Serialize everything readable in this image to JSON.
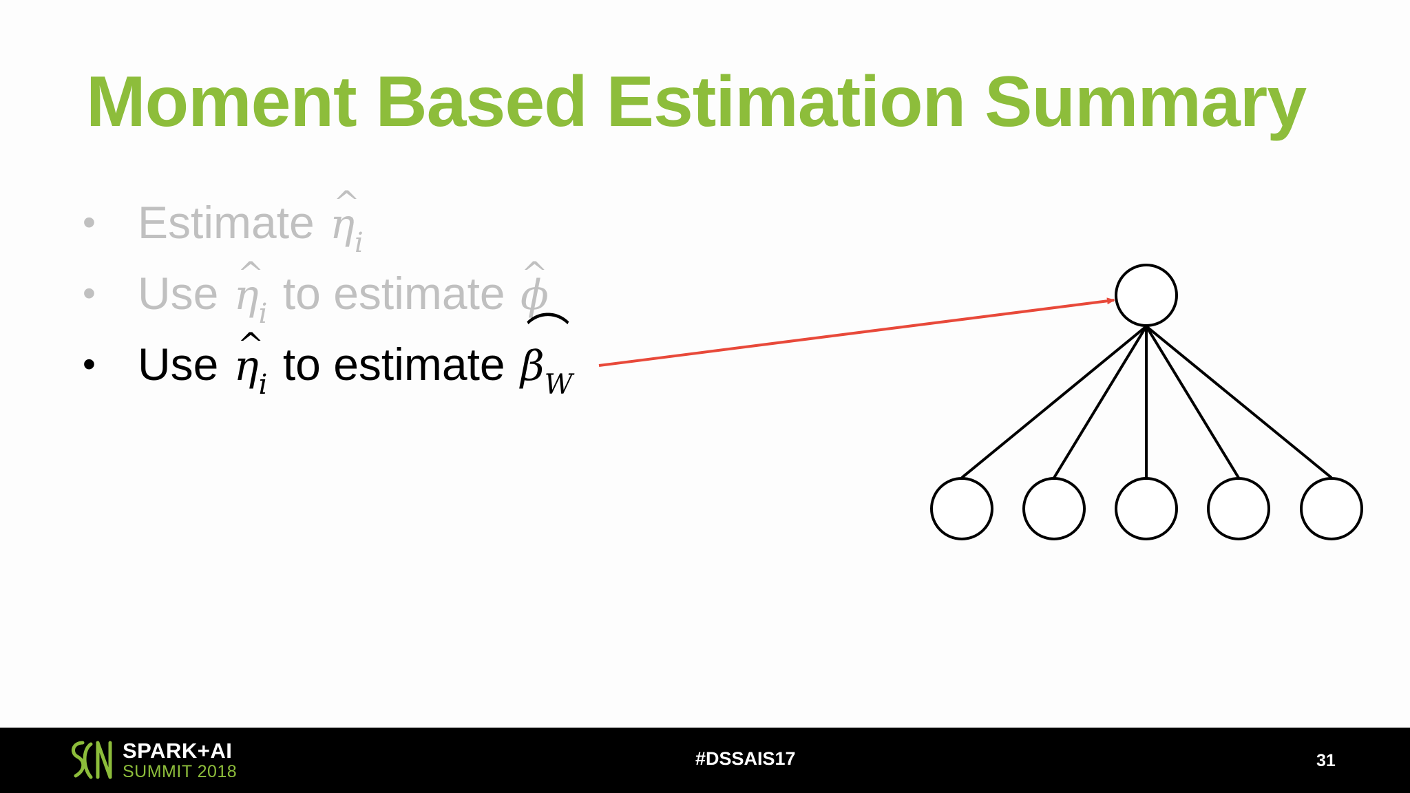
{
  "slide": {
    "title": "Moment Based Estimation Summary",
    "bullets": [
      {
        "marker": "•",
        "text_before": "Estimate",
        "math": [
          {
            "symbol": "η",
            "hat": "^",
            "sub": "i"
          }
        ],
        "state": "faded"
      },
      {
        "marker": "•",
        "text_before": "Use",
        "math": [
          {
            "symbol": "η",
            "hat": "^",
            "sub": "i"
          },
          {
            "symbol": "ϕ",
            "hat": "^",
            "sub": ""
          }
        ],
        "text_middle": "to estimate",
        "state": "faded"
      },
      {
        "marker": "•",
        "text_before": "Use",
        "math": [
          {
            "symbol": "η",
            "hat": "^",
            "sub": "i"
          },
          {
            "symbol": "β",
            "hat": "⌒",
            "sub": "W"
          }
        ],
        "text_middle": "to estimate",
        "state": "active"
      }
    ],
    "diagram": {
      "root_nodes": 1,
      "child_nodes": 5,
      "arrow": "from active bullet to root node"
    }
  },
  "footer": {
    "brand_line1": "SPARK+AI",
    "brand_line2": "SUMMIT 2018",
    "hashtag": "#DSSAIS17",
    "page_number": "31"
  },
  "colors": {
    "title": "#8dbd3b",
    "faded_text": "#c0c0c0",
    "active_text": "#000000",
    "arrow": "#e8493a",
    "footer_bg": "#000000",
    "brand_green": "#8dbd3b"
  }
}
